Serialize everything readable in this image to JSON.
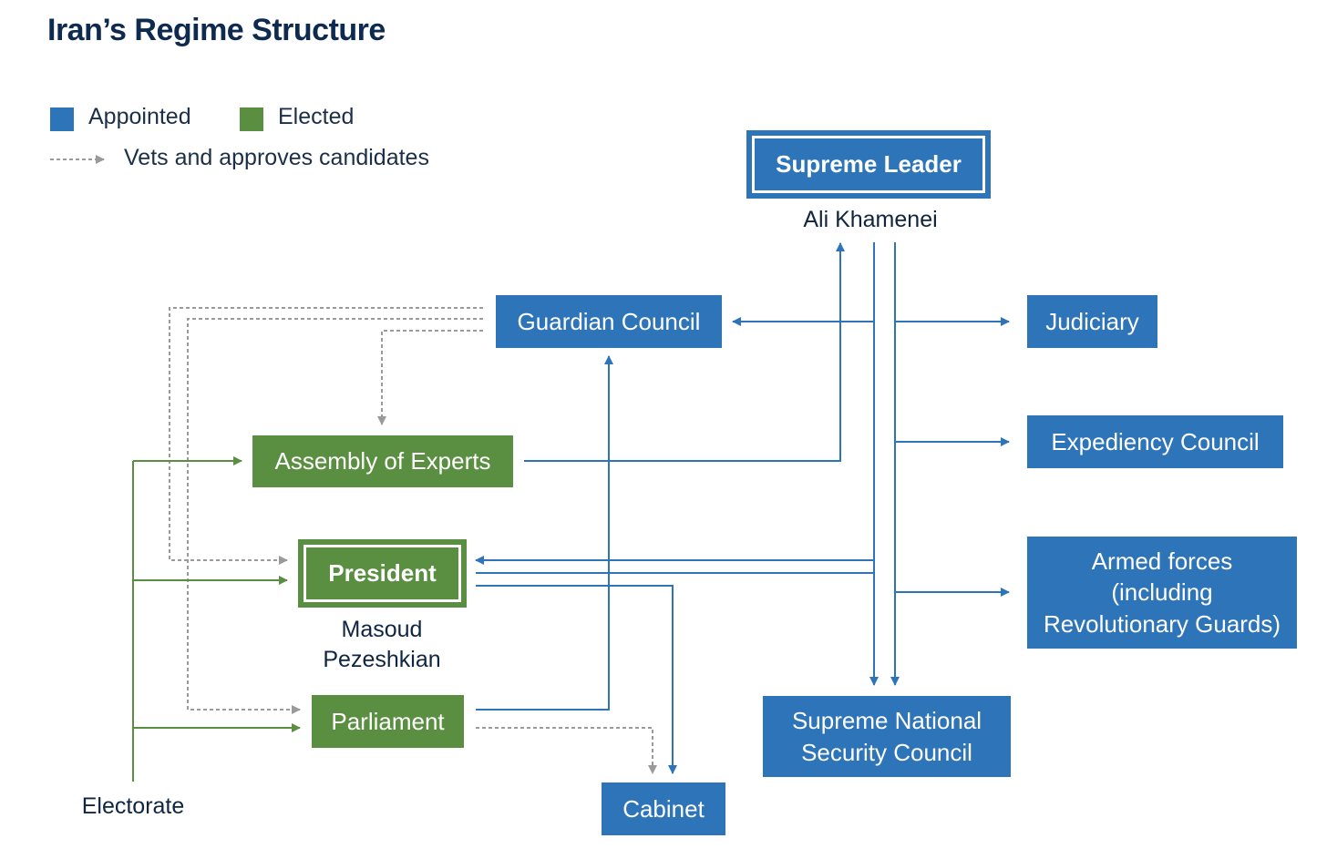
{
  "title": "Iran’s Regime Structure",
  "legend": {
    "appointed_label": "Appointed",
    "elected_label": "Elected",
    "vets_label": "Vets and approves candidates",
    "appointed_color": "#2e74b9",
    "elected_color": "#5a8f42",
    "vets_color": "#9a9a9a"
  },
  "nodes": {
    "supreme_leader": {
      "label": "Supreme Leader",
      "person": "Ali Khamenei"
    },
    "guardian_council": {
      "label": "Guardian Council"
    },
    "judiciary": {
      "label": "Judiciary"
    },
    "expediency_council": {
      "label": "Expediency Council"
    },
    "armed_forces": {
      "label_line1": "Armed forces",
      "label_line2": "(including",
      "label_line3": "Revolutionary Guards)"
    },
    "assembly_of_experts": {
      "label": "Assembly of Experts"
    },
    "president": {
      "label": "President",
      "person_line1": "Masoud",
      "person_line2": "Pezeshkian"
    },
    "parliament": {
      "label": "Parliament"
    },
    "snsc": {
      "label_line1": "Supreme National",
      "label_line2": "Security Council"
    },
    "cabinet": {
      "label": "Cabinet"
    },
    "electorate": {
      "label": "Electorate"
    }
  }
}
